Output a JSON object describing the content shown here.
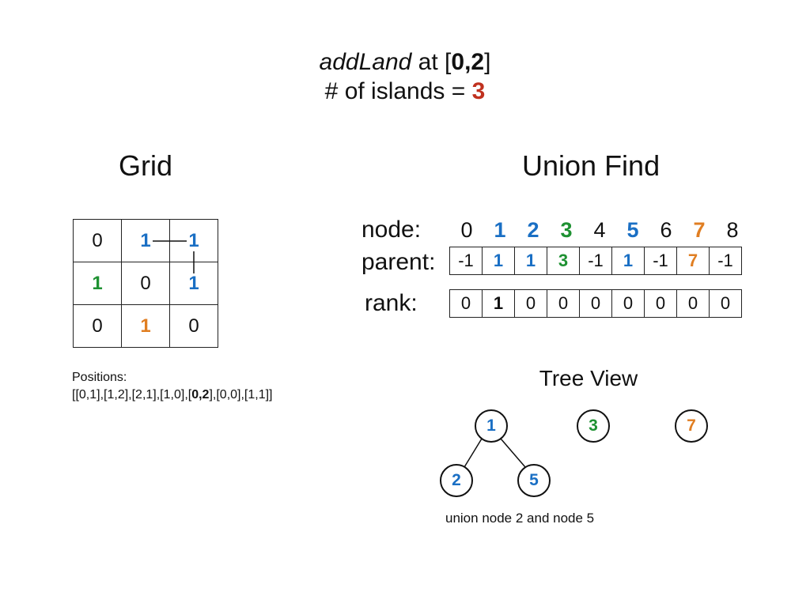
{
  "title": {
    "action": "addLand",
    "at_word": "at",
    "bracket_open": "[",
    "position": "0,2",
    "bracket_close": "]",
    "islands_label": "# of islands = ",
    "islands_value": "3"
  },
  "grid": {
    "heading": "Grid",
    "cells": [
      [
        {
          "v": "0",
          "c": "#111111"
        },
        {
          "v": "1",
          "c": "#1a6fc4"
        },
        {
          "v": "1",
          "c": "#1a6fc4"
        }
      ],
      [
        {
          "v": "1",
          "c": "#1e9132"
        },
        {
          "v": "0",
          "c": "#111111"
        },
        {
          "v": "1",
          "c": "#1a6fc4"
        }
      ],
      [
        {
          "v": "0",
          "c": "#111111"
        },
        {
          "v": "1",
          "c": "#e07e22"
        },
        {
          "v": "0",
          "c": "#111111"
        }
      ]
    ],
    "positions_label": "Positions:",
    "positions_pre": "[[0,1],[1,2],[2,1],[1,0],[",
    "positions_bold": "0,2",
    "positions_post": "],[0,0],[1,1]]"
  },
  "union_find": {
    "heading": "Union Find",
    "node_label": "node:",
    "parent_label": "parent:",
    "rank_label": "rank:",
    "nodes": [
      {
        "v": "0",
        "c": "#111111"
      },
      {
        "v": "1",
        "c": "#1a6fc4"
      },
      {
        "v": "2",
        "c": "#1a6fc4"
      },
      {
        "v": "3",
        "c": "#1e9132"
      },
      {
        "v": "4",
        "c": "#111111"
      },
      {
        "v": "5",
        "c": "#1a6fc4"
      },
      {
        "v": "6",
        "c": "#111111"
      },
      {
        "v": "7",
        "c": "#e07e22"
      },
      {
        "v": "8",
        "c": "#111111"
      }
    ],
    "parent": [
      {
        "v": "-1",
        "c": "#111111"
      },
      {
        "v": "1",
        "c": "#1a6fc4"
      },
      {
        "v": "1",
        "c": "#1a6fc4"
      },
      {
        "v": "3",
        "c": "#1e9132"
      },
      {
        "v": "-1",
        "c": "#111111"
      },
      {
        "v": "1",
        "c": "#1a6fc4"
      },
      {
        "v": "-1",
        "c": "#111111"
      },
      {
        "v": "7",
        "c": "#e07e22"
      },
      {
        "v": "-1",
        "c": "#111111"
      }
    ],
    "rank": [
      {
        "v": "0",
        "b": false
      },
      {
        "v": "1",
        "b": true
      },
      {
        "v": "0",
        "b": false
      },
      {
        "v": "0",
        "b": false
      },
      {
        "v": "0",
        "b": false
      },
      {
        "v": "0",
        "b": false
      },
      {
        "v": "0",
        "b": false
      },
      {
        "v": "0",
        "b": false
      },
      {
        "v": "0",
        "b": false
      }
    ]
  },
  "tree": {
    "heading": "Tree View",
    "root_1": {
      "v": "1",
      "c": "#1a6fc4"
    },
    "child_2": {
      "v": "2",
      "c": "#1a6fc4"
    },
    "child_5": {
      "v": "5",
      "c": "#1a6fc4"
    },
    "root_3": {
      "v": "3",
      "c": "#1e9132"
    },
    "root_7": {
      "v": "7",
      "c": "#e07e22"
    },
    "caption": "union node 2 and node 5"
  },
  "colors": {
    "blue": "#1a6fc4",
    "green": "#1e9132",
    "orange": "#e07e22",
    "red": "#c0311f"
  }
}
